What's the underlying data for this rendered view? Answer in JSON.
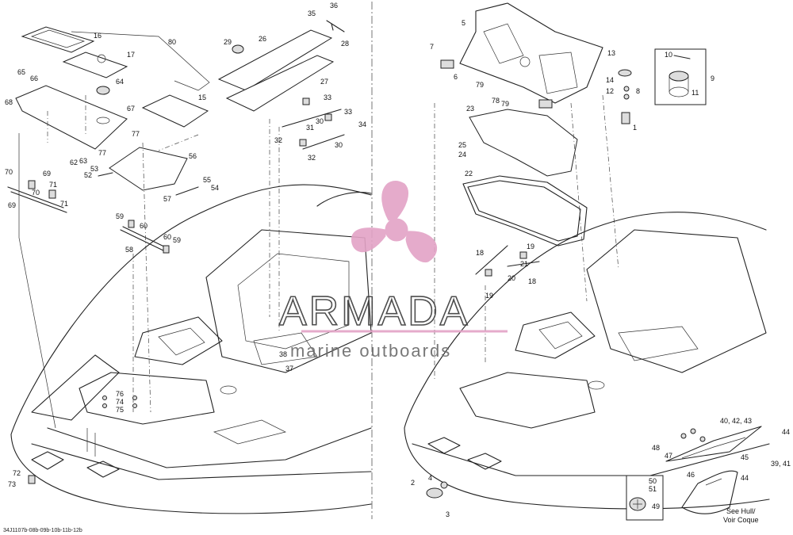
{
  "diagram": {
    "reference_code": "34J1107b-08b-09b-10b-11b-12b",
    "note_lines": [
      "See Hull/",
      "Voir Coque"
    ]
  },
  "watermark": {
    "brand": "ARMADA",
    "tagline": "marine outboards"
  },
  "colors": {
    "line": "#222222",
    "watermark_pink": "#e3a3c6",
    "watermark_gray": "#555555"
  },
  "callouts": [
    "16",
    "80",
    "17",
    "65",
    "66",
    "64",
    "68",
    "15",
    "67",
    "77",
    "62",
    "63",
    "77",
    "56",
    "53",
    "52",
    "70",
    "69",
    "71",
    "55",
    "54",
    "70",
    "57",
    "69",
    "71",
    "59",
    "60",
    "58",
    "60",
    "59",
    "36",
    "35",
    "26",
    "29",
    "28",
    "27",
    "33",
    "33",
    "30",
    "31",
    "34",
    "32",
    "30",
    "32",
    "38",
    "37",
    "76",
    "74",
    "75",
    "72",
    "73",
    "5",
    "7",
    "6",
    "79",
    "78",
    "79",
    "23",
    "25",
    "24",
    "22",
    "19",
    "18",
    "21",
    "20",
    "19",
    "18",
    "10",
    "13",
    "9",
    "14",
    "8",
    "12",
    "11",
    "1",
    "40, 42, 43",
    "44",
    "48",
    "47",
    "45",
    "39, 41",
    "44",
    "46",
    "4",
    "2",
    "3",
    "50",
    "51",
    "49"
  ]
}
